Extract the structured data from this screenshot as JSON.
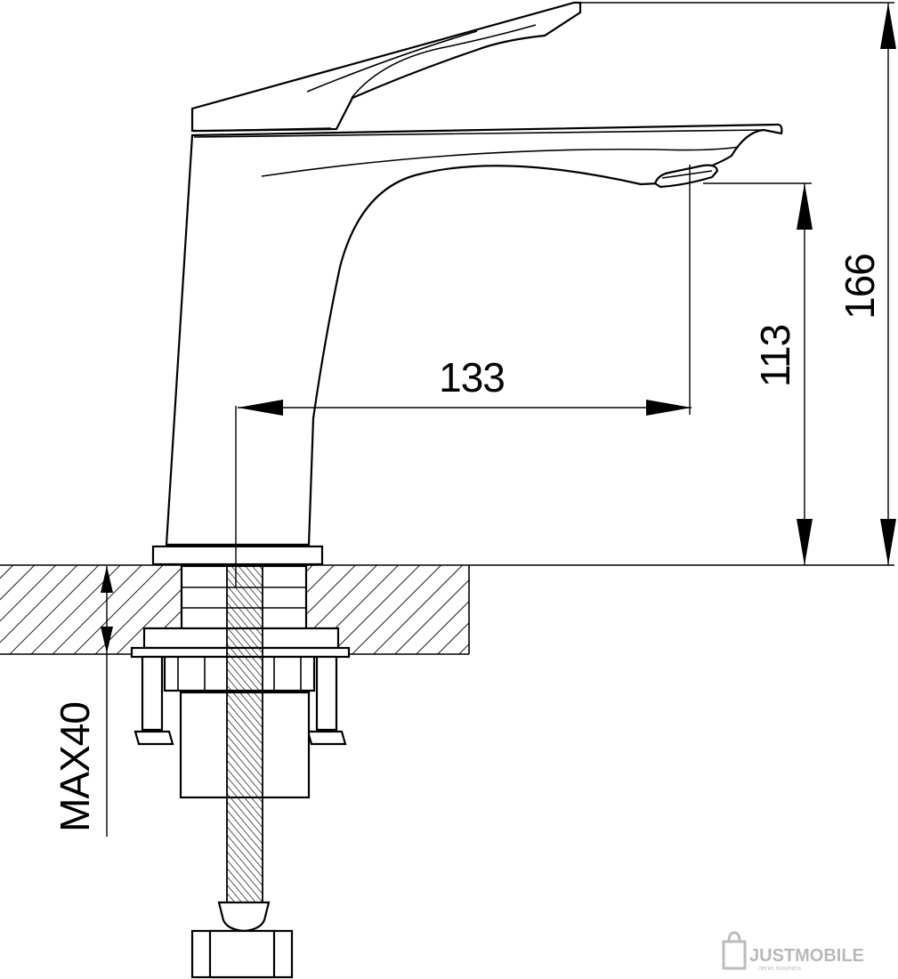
{
  "diagram": {
    "dimensions": {
      "spout_reach": "133",
      "spout_height": "113",
      "total_height": "166",
      "max_thickness": "MAX40"
    }
  },
  "watermark": {
    "brand": "JUSTMOBILE",
    "tagline": "легко покупать"
  },
  "colors": {
    "line": "#000000",
    "background": "#ffffff",
    "watermark": "#b8b8b8"
  }
}
